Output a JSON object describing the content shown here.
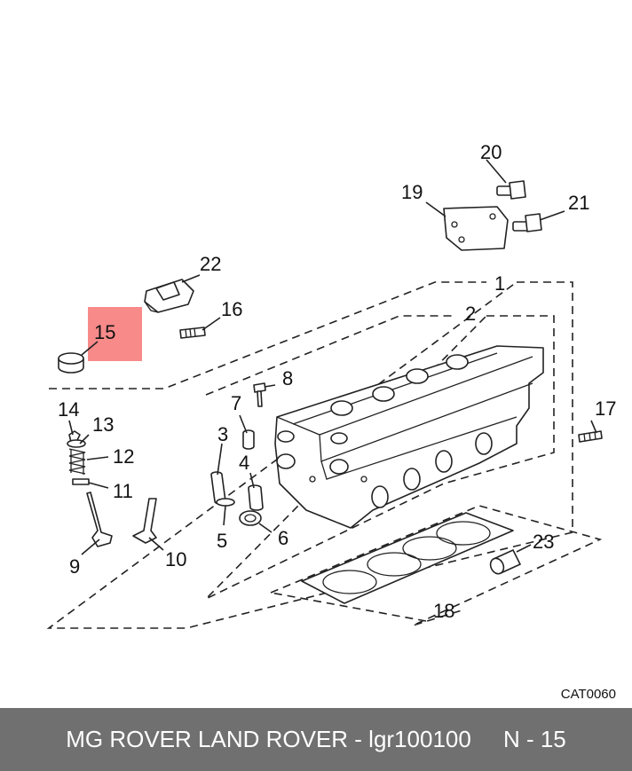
{
  "diagram": {
    "labels": [
      "1",
      "2",
      "3",
      "4",
      "5",
      "6",
      "7",
      "8",
      "9",
      "10",
      "11",
      "12",
      "13",
      "14",
      "15",
      "16",
      "17",
      "18",
      "19",
      "20",
      "21",
      "22",
      "23"
    ],
    "highlighted_label": "15",
    "highlight_color": "#f88a8a",
    "catalog_code": "CAT0060"
  },
  "footer": {
    "text": "MG ROVER LAND ROVER - lgr100100     N - 15",
    "background": "#707070"
  }
}
